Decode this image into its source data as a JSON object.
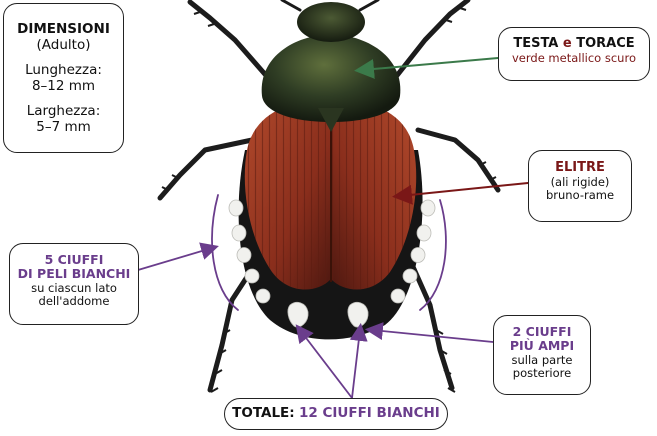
{
  "dimensions": {
    "title": "DIMENSIONI",
    "subtitle": "(Adulto)",
    "length_label": "Lunghezza:",
    "length_value": "8–12 mm",
    "width_label": "Larghezza:",
    "width_value": "5–7 mm"
  },
  "head_thorax": {
    "title_part1": "TESTA",
    "title_connector": " e ",
    "title_part2": "TORACE",
    "description": "verde metallico scuro"
  },
  "elytra": {
    "title": "ELITRE",
    "subtitle": "(ali rigide)",
    "description": "bruno-rame"
  },
  "tufts_side": {
    "line1": "5 CIUFFI",
    "line2": "DI PELI BIANCHI",
    "line3": "su ciascun lato",
    "line4": "dell'addome"
  },
  "tufts_rear": {
    "line1": "2 CIUFFI",
    "line2": "PIÙ AMPI",
    "line3": "sulla parte",
    "line4": "posteriore"
  },
  "total": {
    "prefix": "TOTALE:",
    "value": "12 CIUFFI BIANCHI"
  },
  "colors": {
    "elytra": "#8a2e1c",
    "thorax": "#2c3a22",
    "accent_red": "#7a1717",
    "accent_purple": "#6a3d8c",
    "arrow_green": "#3b7a4a"
  }
}
